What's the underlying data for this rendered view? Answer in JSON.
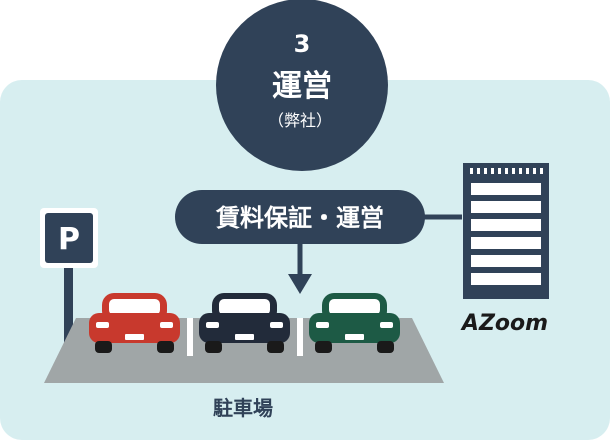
{
  "step": {
    "number": "3",
    "title": "運営",
    "subtitle": "（弊社）"
  },
  "service": {
    "label": "賃料保証・運営"
  },
  "parking_sign": {
    "letter": "P"
  },
  "lot": {
    "label": "駐車場",
    "cars": [
      {
        "color": "#c8392d"
      },
      {
        "color": "#222b3a"
      },
      {
        "color": "#1d5a45"
      }
    ]
  },
  "company": {
    "logo_text": "AZoom"
  },
  "colors": {
    "panel_bg": "#d7eef0",
    "navy": "#304258",
    "lot_gray": "#a0a6a7"
  }
}
